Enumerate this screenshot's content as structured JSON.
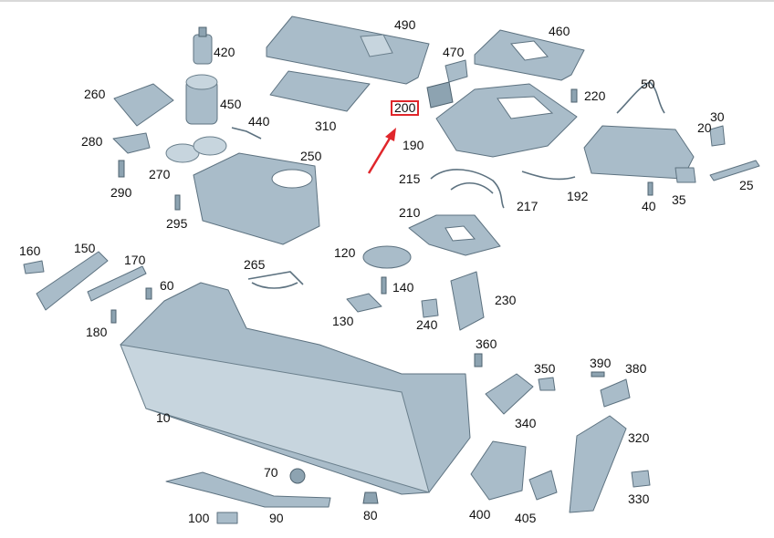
{
  "diagram": {
    "highlighted_part": "200",
    "arrow_color": "#e0262b",
    "part_color": "#a9bcc9",
    "labels": {
      "p490": "490",
      "p460": "460",
      "p420": "420",
      "p470": "470",
      "p260": "260",
      "p450": "450",
      "p310": "310",
      "p200": "200",
      "p220": "220",
      "p50": "50",
      "p440": "440",
      "p190": "190",
      "p30": "30",
      "p280": "280",
      "p20": "20",
      "p250": "250",
      "p270": "270",
      "p290": "290",
      "p215": "215",
      "p192": "192",
      "p25": "25",
      "p217": "217",
      "p35": "35",
      "p40": "40",
      "p295": "295",
      "p210": "210",
      "p160": "160",
      "p150": "150",
      "p120": "120",
      "p170": "170",
      "p265": "265",
      "p60": "60",
      "p140": "140",
      "p230": "230",
      "p130": "130",
      "p240": "240",
      "p180": "180",
      "p360": "360",
      "p390": "390",
      "p350": "350",
      "p380": "380",
      "p10": "10",
      "p340": "340",
      "p320": "320",
      "p70": "70",
      "p400": "400",
      "p330": "330",
      "p100": "100",
      "p90": "90",
      "p80": "80",
      "p405": "405"
    }
  }
}
